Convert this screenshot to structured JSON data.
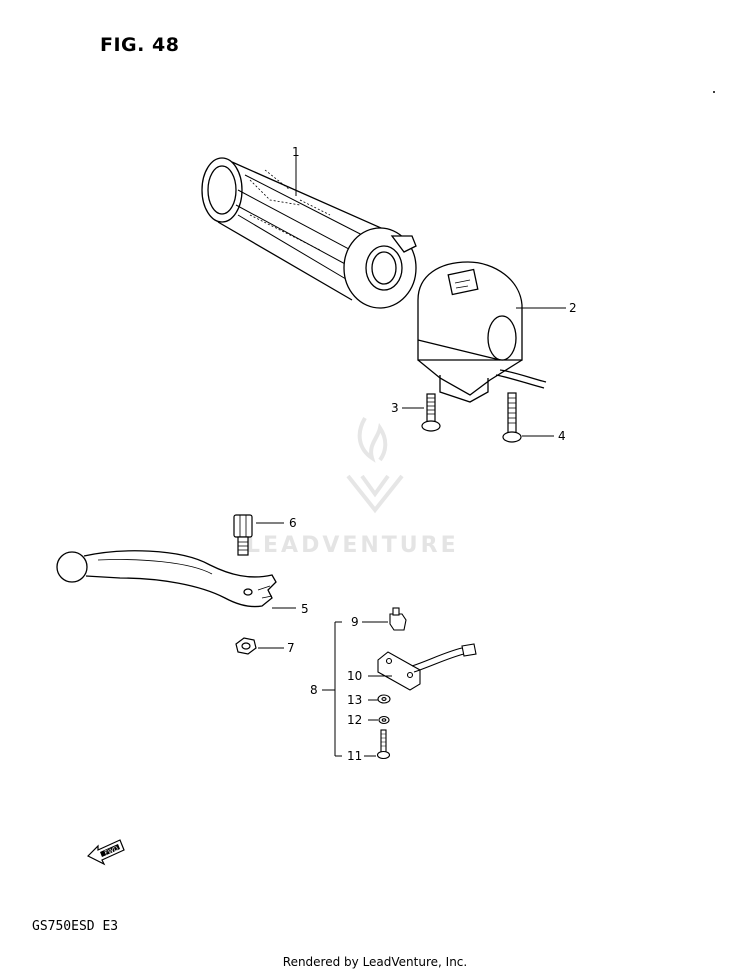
{
  "figure": {
    "title": "FIG. 48"
  },
  "model_code": "GS750ESD  E3",
  "footer": "Rendered by LeadVenture, Inc.",
  "watermark": {
    "text": "LEADVENTURE",
    "color": "#e4e4e4"
  },
  "fwd_arrow_label": "FWD",
  "callouts": [
    "1",
    "2",
    "3",
    "4",
    "5",
    "6",
    "7",
    "8",
    "9",
    "10",
    "11",
    "12",
    "13"
  ],
  "colors": {
    "line": "#000000",
    "background": "#ffffff",
    "watermark": "#e4e4e4"
  }
}
